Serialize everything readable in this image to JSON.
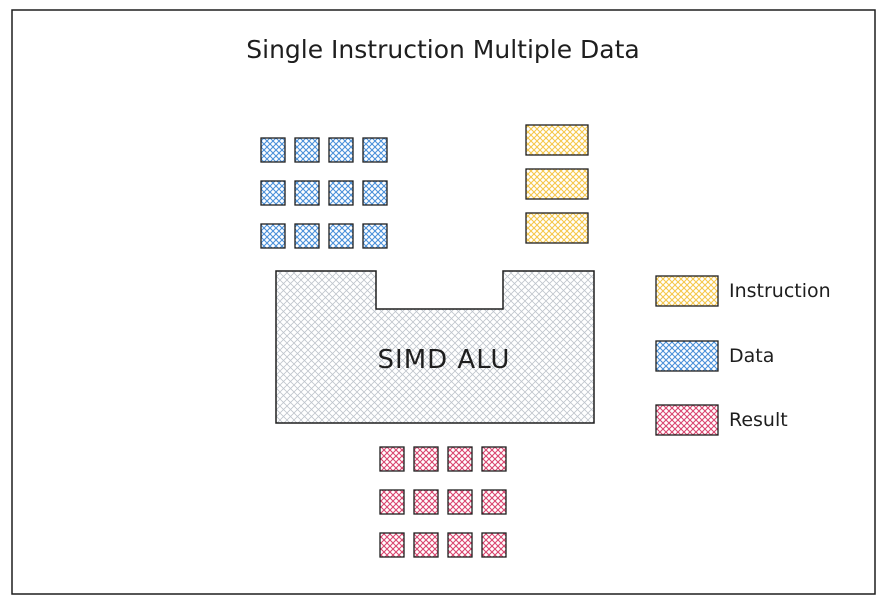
{
  "diagram": {
    "title": "Single Instruction Multiple Data",
    "alu_label": "SIMD ALU",
    "data_grid": {
      "rows": 3,
      "cols": 4
    },
    "result_grid": {
      "rows": 3,
      "cols": 4
    },
    "instruction_count": 3
  },
  "legend": {
    "items": [
      {
        "key": "instruction",
        "label": "Instruction",
        "color": "#f5c74b"
      },
      {
        "key": "data",
        "label": "Data",
        "color": "#4a90d9"
      },
      {
        "key": "result",
        "label": "Result",
        "color": "#d9456f"
      }
    ]
  },
  "colors": {
    "instruction": "#f5c74b",
    "data": "#4a90d9",
    "result": "#d9456f",
    "alu": "#bfc4cc",
    "stroke": "#1e1e1e"
  }
}
